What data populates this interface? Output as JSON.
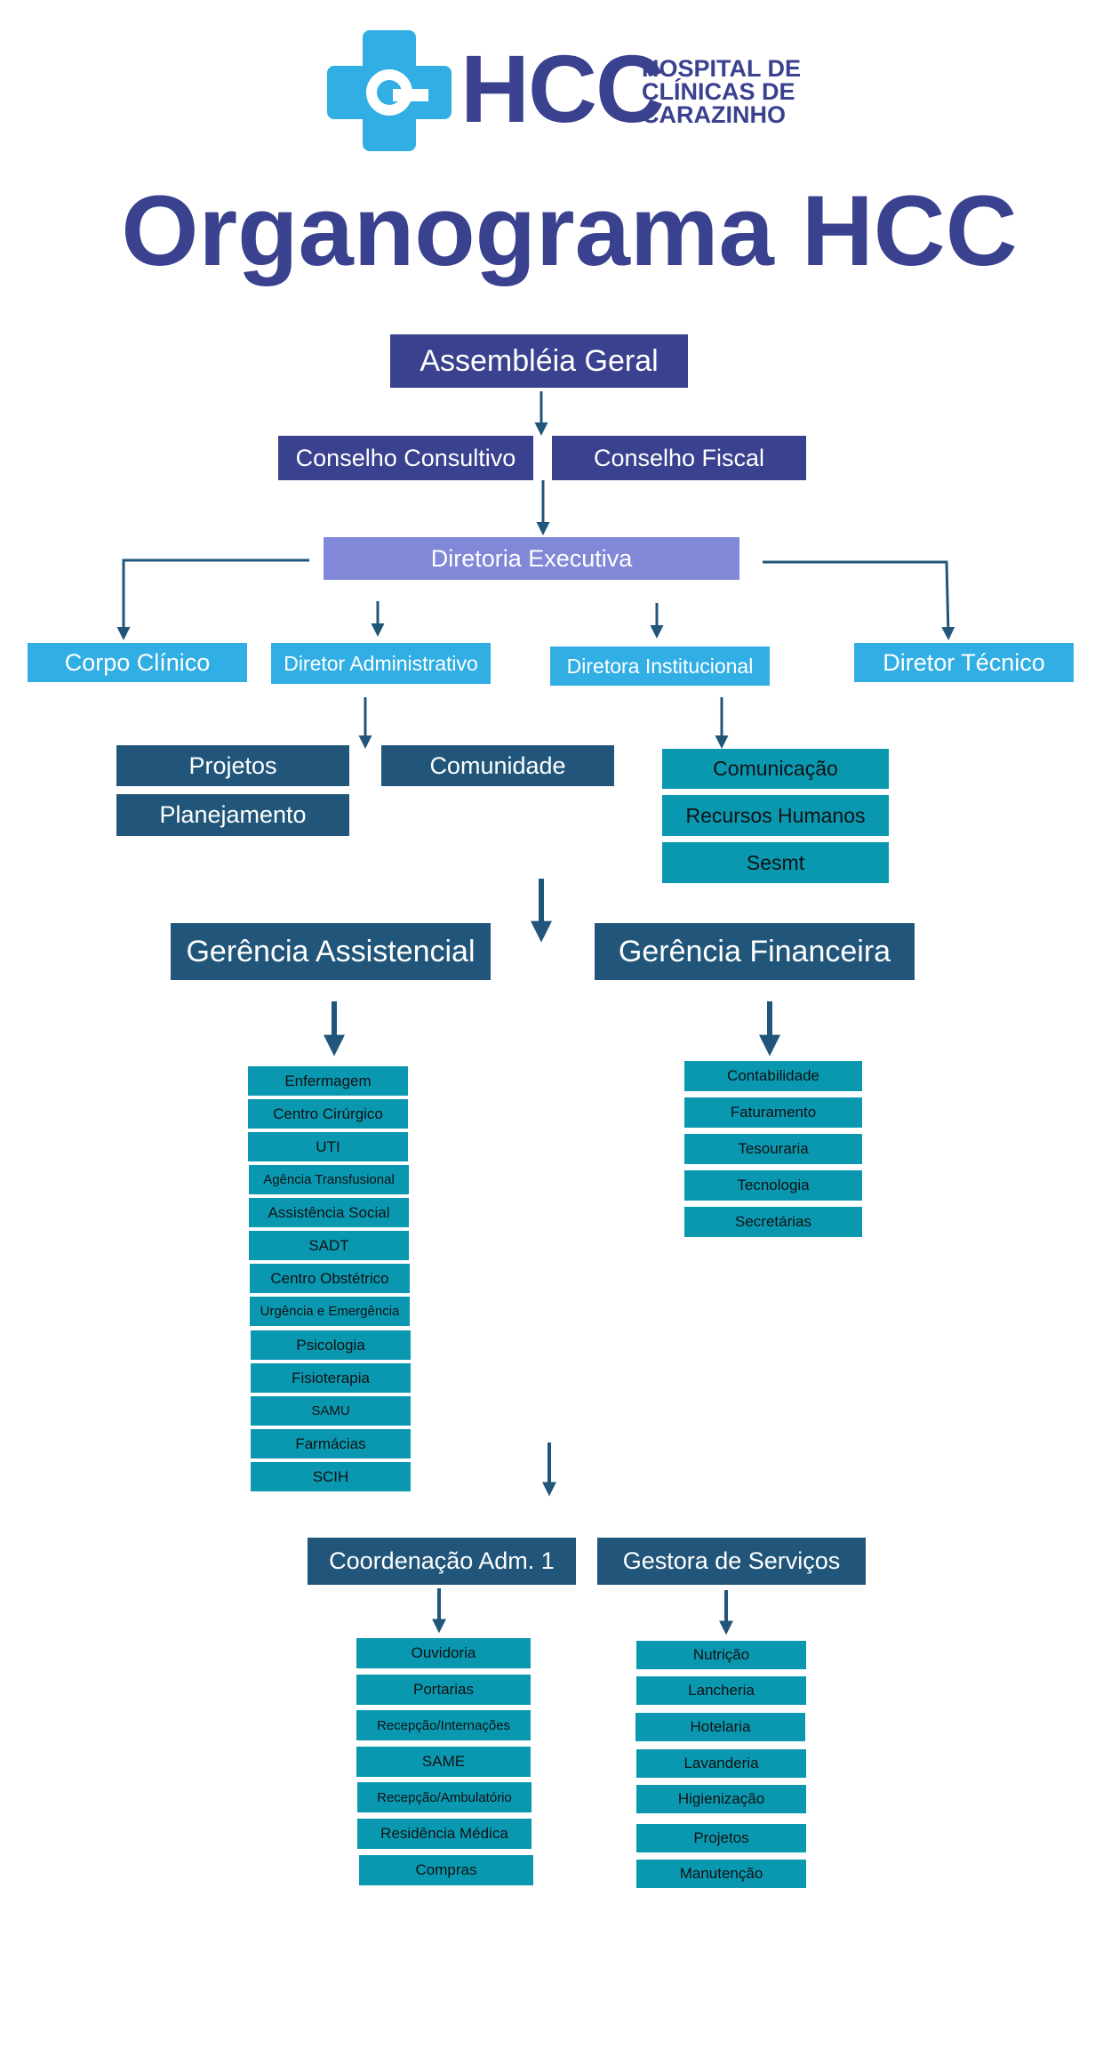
{
  "header": {
    "logo_abbr": "HCC",
    "logo_line1": "HOSPITAL DE",
    "logo_line2": "CLÍNICAS DE",
    "logo_line3": "CARAZINHO",
    "title": "Organograma HCC"
  },
  "colors": {
    "navy": "#3a418e",
    "lavender": "#8288d8",
    "sky": "#31aee3",
    "steel": "#21567a",
    "teal": "#0a98b1"
  },
  "org": {
    "assembleia": "Assembléia Geral",
    "conselho_consultivo": "Conselho Consultivo",
    "conselho_fiscal": "Conselho Fiscal",
    "diretoria_executiva": "Diretoria Executiva",
    "corpo_clinico": "Corpo Clínico",
    "diretor_administrativo": "Diretor Administrativo",
    "diretora_institucional": "Diretora Institucional",
    "diretor_tecnico": "Diretor Técnico",
    "admin_children": [
      "Projetos",
      "Comunidade",
      "Planejamento"
    ],
    "institucional_children": [
      "Comunicação",
      "Recursos Humanos",
      "Sesmt"
    ],
    "gerencia_assistencial": "Gerência Assistencial",
    "gerencia_financeira": "Gerência Financeira",
    "assistencial_children": [
      "Enfermagem",
      "Centro Cirúrgico",
      "UTI",
      "Agência Transfusional",
      "Assistência Social",
      "SADT",
      "Centro Obstétrico",
      "Urgência e Emergência",
      "Psicologia",
      "Fisioterapia",
      "SAMU",
      "Farmácias",
      "SCIH"
    ],
    "financeira_children": [
      "Contabilidade",
      "Faturamento",
      "Tesouraria",
      "Tecnologia",
      "Secretárias"
    ],
    "coordenacao_adm": "Coordenação Adm. 1",
    "gestora_servicos": "Gestora de Serviços",
    "coordenacao_children": [
      "Ouvidoria",
      "Portarias",
      "Recepção/Internações",
      "SAME",
      "Recepção/Ambulatório",
      "Residência Médica",
      "Compras"
    ],
    "gestora_children": [
      "Nutrição",
      "Lancheria",
      "Hotelaria",
      "Lavanderia",
      "Higienização",
      "Projetos",
      "Manutenção"
    ]
  }
}
